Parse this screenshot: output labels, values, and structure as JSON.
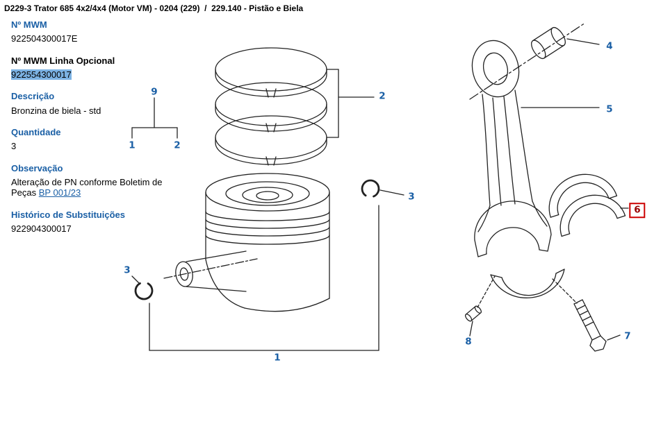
{
  "header": {
    "breadcrumb": "D229-3 Trator 685 4x2/4x4 (Motor VM) - 0204 (229)  /  229.140 - Pistão e Biela"
  },
  "panel": {
    "mwm": {
      "label": "Nº MWM",
      "value": "922504300017E"
    },
    "mwm_optional": {
      "label": "Nº MWM Linha Opcional",
      "value": "922554300017"
    },
    "description": {
      "label": "Descrição",
      "value": "Bronzina de biela - std"
    },
    "quantity": {
      "label": "Quantidade",
      "value": "3"
    },
    "observation": {
      "label": "Observação",
      "text": "Alteração de PN conforme Boletim de Peças ",
      "link": "BP 001/23"
    },
    "history": {
      "label": "Histórico de Substituições",
      "value": "922904300017"
    }
  },
  "colors": {
    "heading_blue": "#1a5fa5",
    "selected_red": "#cc0000",
    "highlight_bg": "#7cb2e3"
  },
  "diagram": {
    "title": "Pistão e Biela exploded view",
    "callouts": [
      {
        "n": "9",
        "part": "rings-group"
      },
      {
        "n": "1",
        "part": "group-ref-piston"
      },
      {
        "n": "2",
        "part": "group-ref-rings"
      },
      {
        "n": "2",
        "part": "piston-rings"
      },
      {
        "n": "3",
        "part": "snap-ring-top"
      },
      {
        "n": "3",
        "part": "snap-ring-left"
      },
      {
        "n": "1",
        "part": "piston"
      },
      {
        "n": "4",
        "part": "small-end-bushing"
      },
      {
        "n": "5",
        "part": "connecting-rod"
      },
      {
        "n": "6",
        "part": "rod-bearing-selected"
      },
      {
        "n": "7",
        "part": "cap-bolt"
      },
      {
        "n": "8",
        "part": "dowel-pin"
      }
    ]
  }
}
